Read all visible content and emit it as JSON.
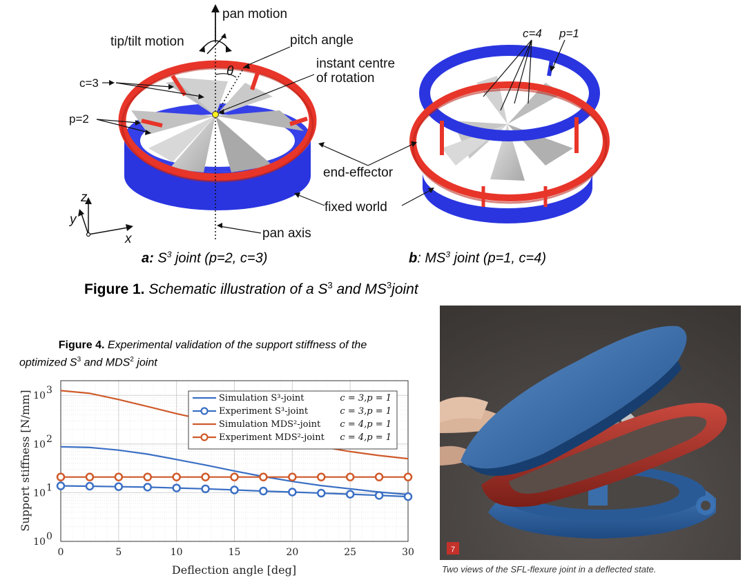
{
  "figure1": {
    "labels": {
      "pan_motion": "pan motion",
      "tip_tilt_motion": "tip/tilt motion",
      "pitch_angle": "pitch angle",
      "theta": "θ",
      "instant_centre": "instant centre",
      "of_rotation": "of rotation",
      "c3": "c=3",
      "p2": "p=2",
      "c4": "c=4",
      "p1": "p=1",
      "end_effector": "end-effector",
      "fixed_world": "fixed world",
      "pan_axis": "pan axis",
      "axis_z": "z",
      "axis_y": "y",
      "axis_x": "x"
    },
    "panel_a": {
      "letter": "a:",
      "s": "S",
      "sup": "3",
      "rest": " joint (p=2, c=3)"
    },
    "panel_b": {
      "letter": "b",
      "colon": ": MS",
      "sup": "3",
      "rest": " joint (p=1, c=4)"
    },
    "caption": {
      "bold": "Figure 1.",
      "part1": " Schematic illustration of a S",
      "sup1": "3",
      "part2": " and MS",
      "sup2": "3",
      "part3": "joint"
    },
    "colors": {
      "red": "#e8352a",
      "blue": "#2a35e0",
      "grey": "#c8c8c8"
    }
  },
  "figure4": {
    "caption": {
      "bold": "Figure 4.",
      "line1": " Experimental validation of the support stiffness of the",
      "line2a": "optimized S",
      "sup1": "3",
      "line2b": " and MDS",
      "sup2": "2",
      "line2c": " joint"
    }
  },
  "chart_data": {
    "type": "line",
    "xlabel": "Deflection angle [deg]",
    "ylabel": "Support stiffness [N/mm]",
    "xlim": [
      0,
      30
    ],
    "ylim": [
      1,
      2000
    ],
    "yscale": "log",
    "grid": true,
    "legend_position": "top-right",
    "xticks": [
      "0",
      "5",
      "10",
      "15",
      "20",
      "25",
      "30"
    ],
    "yticks": [
      {
        "base": "10",
        "exp": "0"
      },
      {
        "base": "10",
        "exp": "1"
      },
      {
        "base": "10",
        "exp": "2"
      },
      {
        "base": "10",
        "exp": "3"
      }
    ],
    "series": [
      {
        "name": "Simulation S³-joint",
        "params": "c = 3,p = 1",
        "color": "#3a6fc4",
        "marker": "none",
        "x": [
          0,
          2.5,
          5,
          7.5,
          10,
          12.5,
          15,
          17.5,
          20,
          22.5,
          25,
          27.5,
          30
        ],
        "y": [
          88,
          85,
          75,
          62,
          48,
          37,
          28,
          21.5,
          17,
          14,
          12,
          10.3,
          9.2
        ]
      },
      {
        "name": "Experiment S³-joint",
        "params": "c = 3,p = 1",
        "color": "#3a6fc4",
        "marker": "circle",
        "x": [
          0,
          2.5,
          5,
          7.5,
          10,
          12.5,
          15,
          17.5,
          20,
          22.5,
          25,
          27.5,
          30
        ],
        "y": [
          13.8,
          13.6,
          13.3,
          13,
          12.5,
          12,
          11.4,
          10.8,
          10.3,
          9.8,
          9.3,
          8.8,
          8.3
        ]
      },
      {
        "name": "Simulation MDS²-joint",
        "params": "c = 4,p = 1",
        "color": "#cf5a2a",
        "marker": "none",
        "x": [
          0,
          2.5,
          5,
          7.5,
          10,
          12.5,
          15,
          17.5,
          20,
          22.5,
          25,
          27.5,
          30
        ],
        "y": [
          1250,
          1100,
          820,
          590,
          420,
          310,
          225,
          160,
          115,
          88,
          70,
          58,
          50
        ]
      },
      {
        "name": "Experiment MDS²-joint",
        "params": "c = 4,p = 1",
        "color": "#cf5a2a",
        "marker": "circle",
        "x": [
          0,
          2.5,
          5,
          7.5,
          10,
          12.5,
          15,
          17.5,
          20,
          22.5,
          25,
          27.5,
          30
        ],
        "y": [
          21,
          21,
          21,
          21,
          21,
          21,
          21,
          21,
          21,
          21,
          21,
          21,
          21
        ]
      }
    ]
  },
  "photo": {
    "caption": "Two views of the SFL-flexure joint in a deflected state.",
    "badge": "7"
  }
}
